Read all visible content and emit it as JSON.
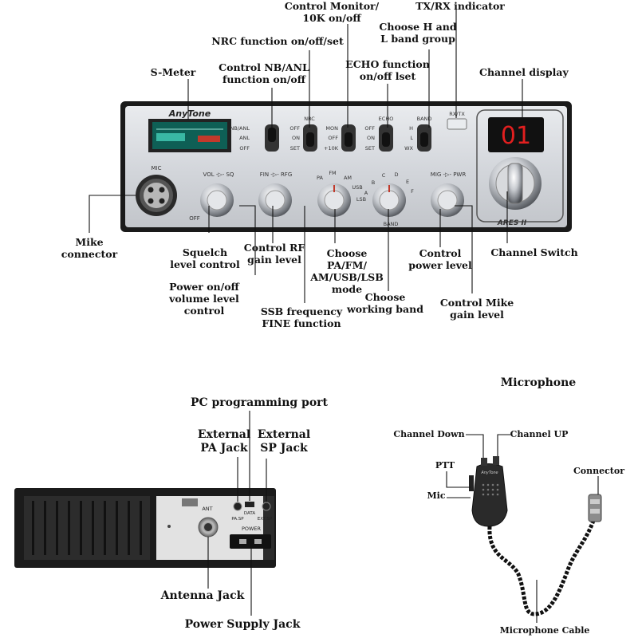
{
  "radio": {
    "brand": "AnyTone",
    "model": "ARES II",
    "channel_display": "01",
    "panel_text": {
      "mic": "MIC",
      "off": "OFF",
      "vol_sq": "VOL -▷- SQ",
      "fin_rfg": "FIN -▷- RFG",
      "mig_pwr": "MIG -▷- PWR",
      "band": "BAND",
      "rx_tx": "RX/TX",
      "sw1": [
        "NB/ANL",
        "ANL",
        "OFF"
      ],
      "sw2_title": "NRC",
      "sw2": [
        "OFF",
        "ON",
        "SET"
      ],
      "sw3": [
        "MON",
        "OFF",
        "+10K"
      ],
      "sw4_title": "ECHO",
      "sw4": [
        "OFF",
        "ON",
        "SET"
      ],
      "sw5_title": "BAND",
      "sw5": [
        "H",
        "L",
        "WX"
      ],
      "mode_labels": [
        "PA",
        "FM",
        "AM",
        "USB",
        "A",
        "LSB"
      ],
      "band_labels": [
        "B",
        "C",
        "D",
        "E",
        "F"
      ]
    },
    "callouts": {
      "control_monitor": "Control Monitor/\n10K on/off",
      "tx_rx_indicator": "TX/RX indicator",
      "choose_h_l": "Choose H and\nL band group",
      "nrc_function": "NRC function on/off/set",
      "echo_function": "ECHO function\non/off lset",
      "control_nb_anl": "Control NB/ANL\nfunction on/off",
      "s_meter": "S-Meter",
      "channel_display": "Channel display",
      "mike_connector": "Mike\nconnector",
      "squelch": "Squelch\nlevel control",
      "control_rf": "Control RF\ngain level",
      "choose_mode": "Choose PA/FM/\nAM/USB/LSB\nmode",
      "control_power": "Control\npower level",
      "channel_switch": "Channel Switch",
      "power_onoff": "Power on/off\nvolume level control",
      "choose_band": "Choose\nworking band",
      "control_mike_gain": "Control Mike\ngain level",
      "ssb_fine": "SSB frequency\nFINE function"
    }
  },
  "rear_panel": {
    "panel_text": {
      "ant": "ANT",
      "data": "DATA",
      "pa_sp": "PA.SP",
      "ext_sp": "EXT.SP",
      "power": "POWER"
    },
    "callouts": {
      "pc_port": "PC programming port",
      "ext_pa": "External\nPA Jack",
      "ext_sp": "External\nSP Jack",
      "antenna": "Antenna Jack",
      "power_supply": "Power Supply Jack"
    }
  },
  "microphone": {
    "title": "Microphone",
    "brand": "AnyTone",
    "callouts": {
      "channel_down": "Channel Down",
      "channel_up": "Channel UP",
      "ptt": "PTT",
      "connector": "Connector",
      "mic": "Mic",
      "cable": "Microphone Cable"
    }
  }
}
